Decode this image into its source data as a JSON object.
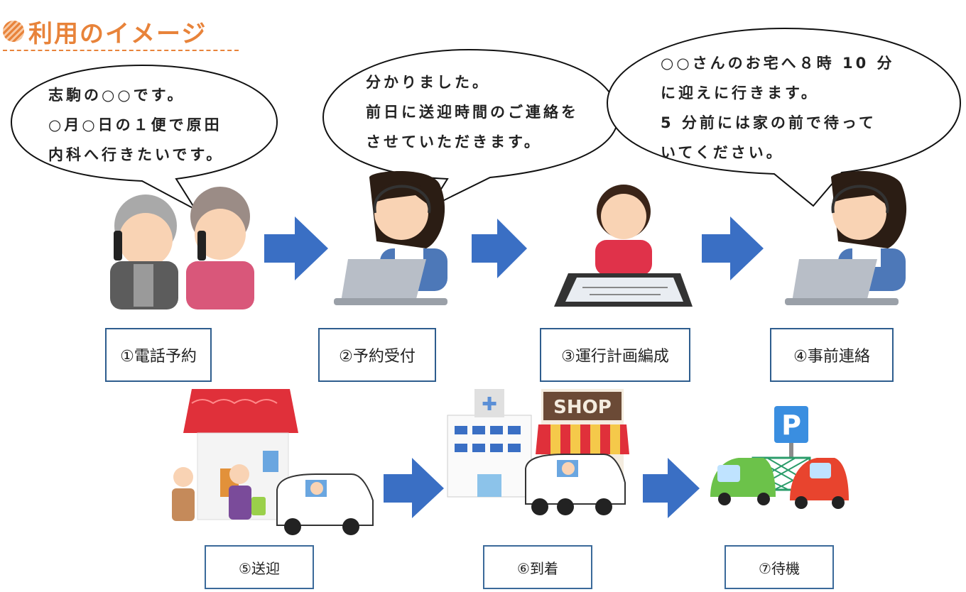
{
  "header": {
    "title": "利用のイメージ"
  },
  "bubbles": [
    {
      "lines": [
        "志駒の○○です。",
        "○月○日の１便で原田",
        "内科へ行きたいです。"
      ]
    },
    {
      "lines": [
        "分かりました。",
        "前日に送迎時間のご連絡を",
        "させていただきます。"
      ]
    },
    {
      "lines": [
        "○○さんのお宅へ８時 10 分",
        "に迎えに行きます。",
        "5 分前には家の前で待って",
        "いてください。"
      ]
    }
  ],
  "steps": [
    {
      "label": "①電話予約"
    },
    {
      "label": "②予約受付"
    },
    {
      "label": "③運行計画編成"
    },
    {
      "label": "④事前連絡"
    },
    {
      "label": "⑤送迎"
    },
    {
      "label": "⑥到着"
    },
    {
      "label": "⑦待機"
    }
  ],
  "signs": {
    "shop": "SHOP",
    "parking": "P",
    "hospital": "✚"
  },
  "colors": {
    "title": "#e8833a",
    "arrow": "#3a6fc4",
    "box_border": "#2e5d8e",
    "roof": "#e0303a",
    "van": "#ffffff",
    "car_green": "#6cc24a",
    "car_red": "#e8442e"
  },
  "icons": [
    "right-arrow-icon",
    "headset-icon",
    "laptop-icon",
    "tablet-icon",
    "phone-icon",
    "house-icon",
    "van-icon",
    "hospital-icon",
    "shop-icon",
    "parking-sign-icon",
    "car-icon"
  ]
}
